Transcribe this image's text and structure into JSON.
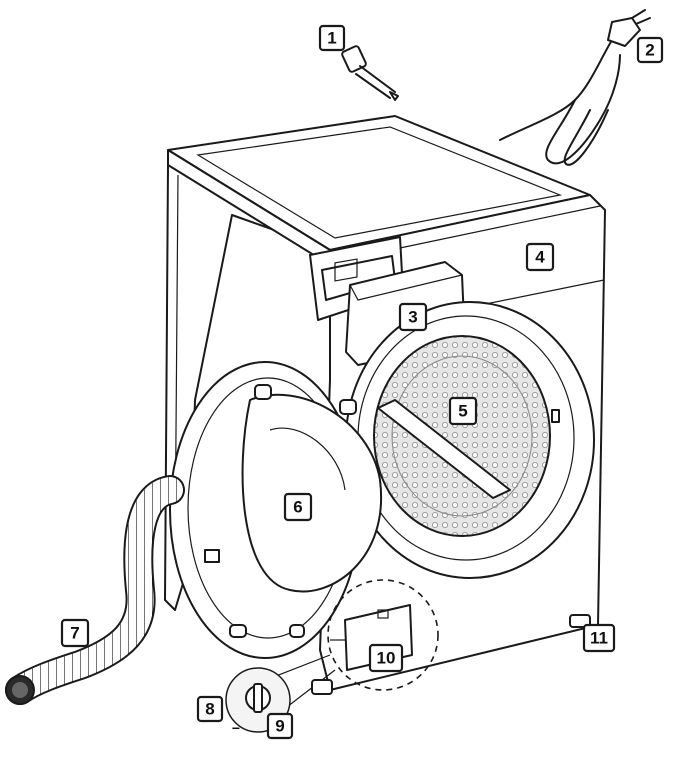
{
  "colors": {
    "line": "#1a1a1a",
    "drum_mesh": "#cfcfcf",
    "glass": "#f2f2f2",
    "background": "#ffffff"
  },
  "callouts": [
    {
      "id": "1",
      "label": "1",
      "part": "shipping-bolt"
    },
    {
      "id": "2",
      "label": "2",
      "part": "power-plug"
    },
    {
      "id": "3",
      "label": "3",
      "part": "detergent-drawer"
    },
    {
      "id": "4",
      "label": "4",
      "part": "control-panel"
    },
    {
      "id": "5",
      "label": "5",
      "part": "drum"
    },
    {
      "id": "6",
      "label": "6",
      "part": "door"
    },
    {
      "id": "7",
      "label": "7",
      "part": "drain-hose"
    },
    {
      "id": "8",
      "label": "8",
      "part": "emergency-drain-tube"
    },
    {
      "id": "9",
      "label": "9",
      "part": "pump-filter"
    },
    {
      "id": "10",
      "label": "10",
      "part": "filter-cover"
    },
    {
      "id": "11",
      "label": "11",
      "part": "adjustable-feet"
    }
  ],
  "icons": {
    "minus": "−"
  }
}
